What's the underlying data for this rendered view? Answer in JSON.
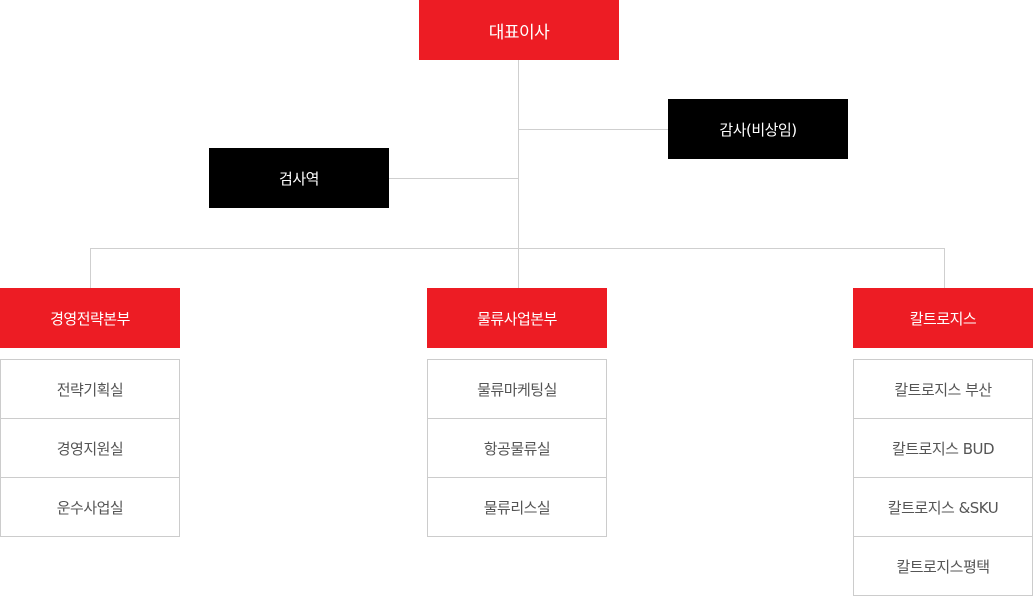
{
  "colors": {
    "accent": "#ed1c24",
    "dark": "#000000",
    "line": "#cfcfcf",
    "border": "#cccccc",
    "sub_text": "#555555"
  },
  "ceo": "대표이사",
  "auditor_nonexec": "감사(비상임)",
  "audit_role": "검사역",
  "divisions": [
    {
      "name": "경영전략본부",
      "teams": [
        "전략기획실",
        "경영지원실",
        "운수사업실"
      ]
    },
    {
      "name": "물류사업본부",
      "teams": [
        "물류마케팅실",
        "항공물류실",
        "물류리스실"
      ]
    },
    {
      "name": "칼트로지스",
      "teams": [
        "칼트로지스 부산",
        "칼트로지스 BUD",
        "칼트로지스 &SKU",
        "칼트로지스평택"
      ]
    }
  ]
}
